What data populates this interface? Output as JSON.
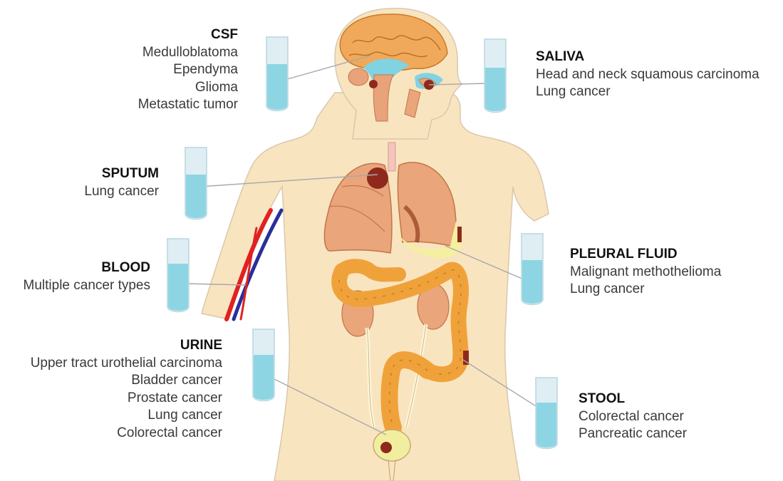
{
  "colors": {
    "skin": "#f9e4c0",
    "skin_outline": "#d9c8ac",
    "organ": "#eaa57a",
    "organ_dark": "#c0764a",
    "brain": "#f0a95a",
    "csf": "#7fd3e2",
    "intestine": "#f0a23a",
    "intestine_dark": "#c97c1d",
    "pleura": "#f4f0a0",
    "bladder": "#f2eea0",
    "tumor": "#8e2a1d",
    "tube_fluid": "#8dd5e3",
    "tube_glass": "#dfeef3",
    "artery": "#e02121",
    "vein": "#2a2f9a",
    "leader_line": "#a8a8a8"
  },
  "icons": [
    "csf-tube-icon",
    "saliva-tube-icon",
    "sputum-tube-icon",
    "blood-tube-icon",
    "pleural-tube-icon",
    "urine-tube-icon",
    "stool-tube-icon",
    "tumor-icon"
  ],
  "samples": {
    "csf": {
      "title": "CSF",
      "items": [
        "Medulloblatoma",
        "Ependyma",
        "Glioma",
        "Metastatic tumor"
      ]
    },
    "saliva": {
      "title": "SALIVA",
      "items": [
        "Head and neck squamous carcinoma",
        "Lung cancer"
      ]
    },
    "sputum": {
      "title": "SPUTUM",
      "items": [
        "Lung cancer"
      ]
    },
    "blood": {
      "title": "BLOOD",
      "items": [
        "Multiple cancer types"
      ]
    },
    "pleural": {
      "title": "PLEURAL FLUID",
      "items": [
        "Malignant methothelioma",
        "Lung cancer"
      ]
    },
    "urine": {
      "title": "URINE",
      "items": [
        "Upper tract urothelial carcinoma",
        "Bladder cancer",
        "Prostate cancer",
        "Lung cancer",
        "Colorectal cancer"
      ]
    },
    "stool": {
      "title": "STOOL",
      "items": [
        "Colorectal cancer",
        "Pancreatic cancer"
      ]
    }
  }
}
